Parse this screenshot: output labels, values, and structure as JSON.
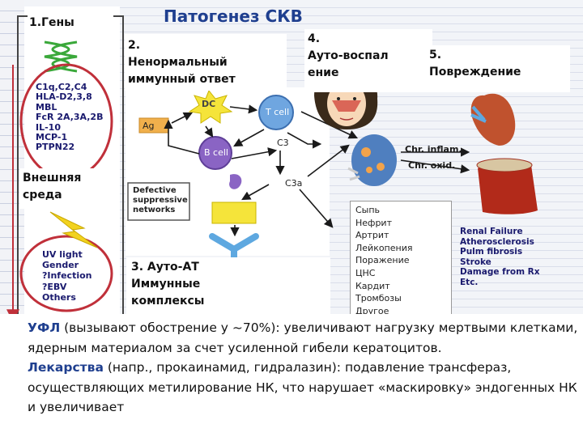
{
  "title": "Патогенез СКВ",
  "step1": {
    "label": "1.Гены"
  },
  "genes": [
    "C1q,C2,C4",
    "HLA-D2,3,8",
    "MBL",
    "FcR 2A,3A,2B",
    "IL-10",
    "MCP-1",
    "PTPN22"
  ],
  "step2": {
    "label_line1": "2.",
    "label_line2": "Ненормальный",
    "label_line3": "иммунный ответ"
  },
  "step3": {
    "label_line1": "3. Ауто-АТ",
    "label_line2": "Иммунные",
    "label_line3": "комплексы"
  },
  "step4": {
    "label_line1": "4.",
    "label_line2": "Ауто-воспал",
    "label_line3": "ение"
  },
  "step5": {
    "label_line1": "5.",
    "label_line2": "Повреждение"
  },
  "environment": {
    "label_line1": "Внешняя",
    "label_line2": "среда"
  },
  "env_factors": [
    "UV light",
    "Gender",
    "?Infection",
    "?EBV",
    "Others"
  ],
  "immune": {
    "dc": "DC",
    "ag": "Ag",
    "tcell": "T cell",
    "bcell": "B cell",
    "c3": "C3",
    "c3a": "C3a",
    "suppress_line1": "Defective",
    "suppress_line2": "suppressive",
    "suppress_line3": "networks"
  },
  "manifestations": [
    "Сыпь",
    "Нефрит",
    "Артрит",
    "Лейкопения",
    "Поражение",
    "ЦНС",
    "Кардит",
    "Тромбозы",
    "Другое"
  ],
  "inflam": {
    "chr_inflam": "Chr. inflam.",
    "chr_oxid": "Chr. oxid."
  },
  "outcomes": [
    "Renal Failure",
    "Atherosclerosis",
    "Pulm fibrosis",
    "Stroke",
    "Damage from Rx",
    "Etc."
  ],
  "bottom": {
    "p1_kw": "УФЛ",
    "p1_text": " (вызывают обострение у ~70%): увеличивают нагрузку мертвыми клетками, ядерным материалом за счет усиленной гибели кератоцитов.",
    "p2_kw": "Лекарства",
    "p2_text": " (напр., прокаинамид, гидралазин): подавление трансфераз, осуществляющих метилирование НК, что нарушает «маскировку»  эндогенных НК и  увеличивает"
  },
  "colors": {
    "title": "#1f3f8f",
    "accent_red": "#c0303a",
    "arrow": "#1a1a1a"
  }
}
